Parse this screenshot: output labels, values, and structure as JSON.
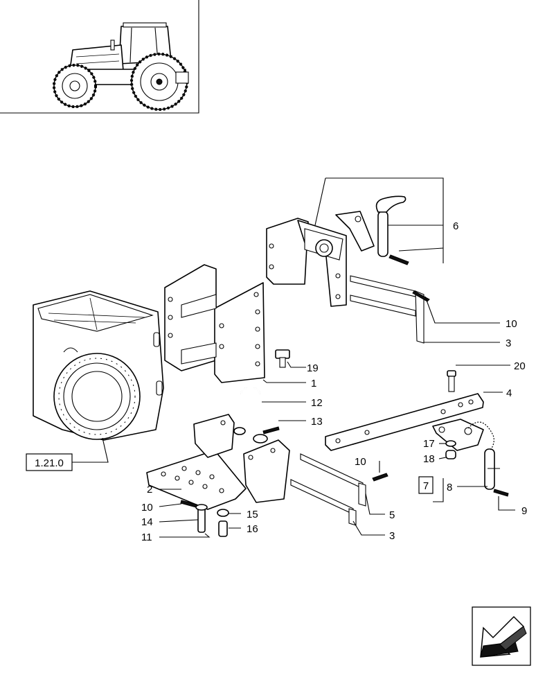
{
  "thumbnail": {
    "icon": "tractor-icon"
  },
  "reference_box": {
    "label": "1.21.0"
  },
  "kit_box": {
    "label": "7"
  },
  "navigation": {
    "icon": "back-arrow-icon"
  },
  "callouts": {
    "c1": "1",
    "c2": "2",
    "c3a": "3",
    "c3b": "3",
    "c4": "4",
    "c5": "5",
    "c6": "6",
    "c8": "8",
    "c9": "9",
    "c10a": "10",
    "c10b": "10",
    "c10c": "10",
    "c11": "11",
    "c12": "12",
    "c13": "13",
    "c14": "14",
    "c15": "15",
    "c16": "16",
    "c17": "17",
    "c18": "18",
    "c19": "19",
    "c20": "20"
  }
}
